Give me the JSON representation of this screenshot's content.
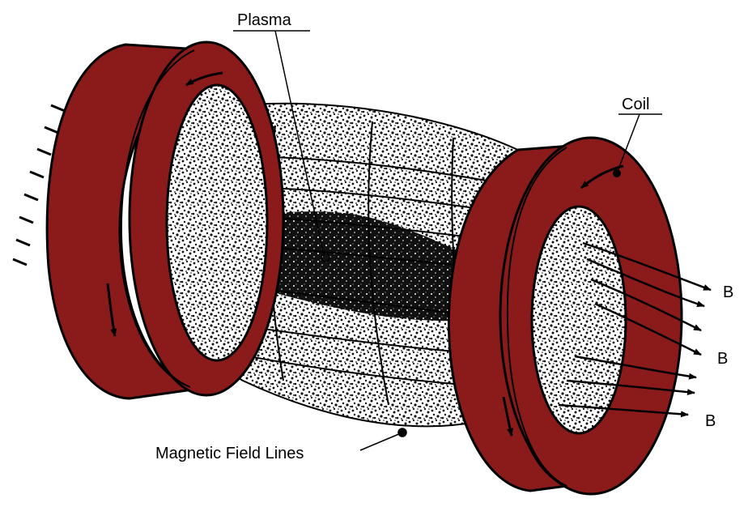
{
  "labels": {
    "plasma": "Plasma",
    "coil": "Coil",
    "field_lines": "Magnetic Field Lines",
    "b_top": "B",
    "b_mid": "B",
    "b_bottom": "B"
  },
  "colors": {
    "coil_fill": "#8b1a1a",
    "outline": "#000000",
    "background": "#ffffff",
    "plasma_speckle": "#111111"
  },
  "icons": {
    "current_arrow": "curved-arrow-icon",
    "field_arrow": "arrow-right-icon"
  }
}
